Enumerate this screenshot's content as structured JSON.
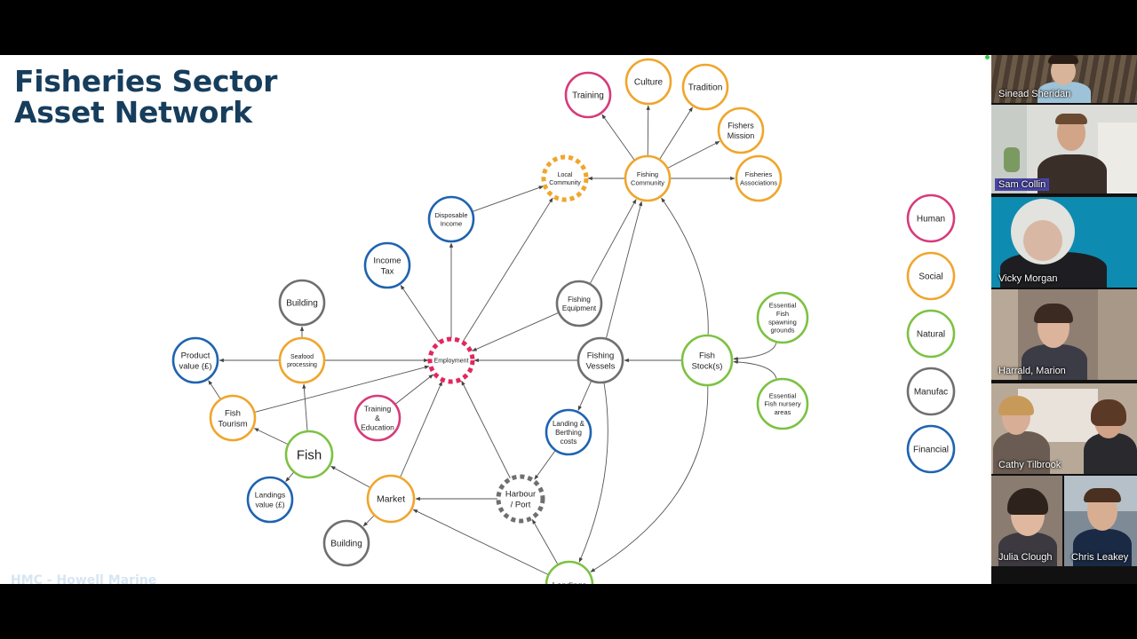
{
  "slide": {
    "title_line1": "Fisheries Sector",
    "title_line2": "Asset Network",
    "footer_logo": "HMC - Howell Marine"
  },
  "colors": {
    "human": "#d63b7a",
    "social": "#f0a52c",
    "natural": "#7cc242",
    "manufactured": "#6f6f6f",
    "financial": "#1f63b0",
    "employment": "#e3265e"
  },
  "nodes": [
    {
      "id": "training",
      "lines": [
        "Training"
      ],
      "type": "human"
    },
    {
      "id": "culture",
      "lines": [
        "Culture"
      ],
      "type": "social"
    },
    {
      "id": "tradition",
      "lines": [
        "Tradition"
      ],
      "type": "social"
    },
    {
      "id": "fishers_mission",
      "lines": [
        "Fishers",
        "Mission"
      ],
      "type": "social"
    },
    {
      "id": "fisheries_assoc",
      "lines": [
        "Fisheries",
        "Associations"
      ],
      "type": "social"
    },
    {
      "id": "fishing_community",
      "lines": [
        "Fishing",
        "Community"
      ],
      "type": "social"
    },
    {
      "id": "local_community",
      "lines": [
        "Local",
        "Community"
      ],
      "type": "social",
      "dashed": true
    },
    {
      "id": "disposable_income",
      "lines": [
        "Disposable",
        "Income"
      ],
      "type": "financial"
    },
    {
      "id": "income_tax",
      "lines": [
        "Income",
        "Tax"
      ],
      "type": "financial"
    },
    {
      "id": "building_top",
      "lines": [
        "Building"
      ],
      "type": "manufactured"
    },
    {
      "id": "seafood_processing",
      "lines": [
        "Seafood",
        "processing"
      ],
      "type": "social"
    },
    {
      "id": "product_value",
      "lines": [
        "Product",
        "value (£)"
      ],
      "type": "financial"
    },
    {
      "id": "employment",
      "lines": [
        "Employment"
      ],
      "type": "human",
      "dashed": true
    },
    {
      "id": "fishing_equipment",
      "lines": [
        "Fishing",
        "Equipment"
      ],
      "type": "manufactured"
    },
    {
      "id": "fishing_vessels",
      "lines": [
        "Fishing",
        "Vessels"
      ],
      "type": "manufactured"
    },
    {
      "id": "fish_stocks",
      "lines": [
        "Fish",
        "Stock(s)"
      ],
      "type": "natural"
    },
    {
      "id": "spawning",
      "lines": [
        "Essential",
        "Fish",
        "spawning",
        "grounds"
      ],
      "type": "natural"
    },
    {
      "id": "nursery",
      "lines": [
        "Essential",
        "Fish nursery",
        "areas"
      ],
      "type": "natural"
    },
    {
      "id": "fish_tourism",
      "lines": [
        "Fish",
        "Tourism"
      ],
      "type": "social"
    },
    {
      "id": "training_education",
      "lines": [
        "Training",
        "&",
        "Education"
      ],
      "type": "human"
    },
    {
      "id": "fish",
      "lines": [
        "Fish"
      ],
      "type": "natural"
    },
    {
      "id": "landings_value",
      "lines": [
        "Landings",
        "value (£)"
      ],
      "type": "financial"
    },
    {
      "id": "market",
      "lines": [
        "Market"
      ],
      "type": "social"
    },
    {
      "id": "building_bottom",
      "lines": [
        "Building"
      ],
      "type": "manufactured"
    },
    {
      "id": "landing_berthing",
      "lines": [
        "Landing &",
        "Berthing",
        "costs"
      ],
      "type": "financial"
    },
    {
      "id": "harbour_port",
      "lines": [
        "Harbour",
        "/ Port"
      ],
      "type": "manufactured",
      "dashed": true
    },
    {
      "id": "landings",
      "lines": [
        "Landings"
      ],
      "type": "natural"
    }
  ],
  "edges": [
    [
      "fishing_community",
      "training"
    ],
    [
      "fishing_community",
      "culture"
    ],
    [
      "fishing_community",
      "tradition"
    ],
    [
      "fishing_community",
      "fishers_mission"
    ],
    [
      "fishing_community",
      "fisheries_assoc"
    ],
    [
      "fishing_community",
      "local_community"
    ],
    [
      "disposable_income",
      "local_community"
    ],
    [
      "employment",
      "local_community"
    ],
    [
      "employment",
      "disposable_income"
    ],
    [
      "employment",
      "income_tax"
    ],
    [
      "seafood_processing",
      "building_top"
    ],
    [
      "seafood_processing",
      "product_value"
    ],
    [
      "seafood_processing",
      "employment"
    ],
    [
      "fishing_equipment",
      "employment"
    ],
    [
      "fishing_equipment",
      "fishing_community"
    ],
    [
      "fishing_vessels",
      "fishing_community"
    ],
    [
      "fishing_vessels",
      "employment"
    ],
    [
      "fish_stocks",
      "fishing_vessels"
    ],
    [
      "fish_stocks",
      "fishing_community"
    ],
    [
      "spawning",
      "fish_stocks"
    ],
    [
      "nursery",
      "fish_stocks"
    ],
    [
      "fish_tourism",
      "product_value"
    ],
    [
      "fish_tourism",
      "employment"
    ],
    [
      "training_education",
      "employment"
    ],
    [
      "fish",
      "fish_tourism"
    ],
    [
      "fish",
      "seafood_processing"
    ],
    [
      "fish",
      "landings_value"
    ],
    [
      "market",
      "fish"
    ],
    [
      "market",
      "building_bottom"
    ],
    [
      "market",
      "employment"
    ],
    [
      "fishing_vessels",
      "landing_berthing"
    ],
    [
      "landing_berthing",
      "harbour_port"
    ],
    [
      "harbour_port",
      "market"
    ],
    [
      "harbour_port",
      "employment"
    ],
    [
      "fishing_vessels",
      "landings"
    ],
    [
      "fish_stocks",
      "landings"
    ],
    [
      "landings",
      "market"
    ],
    [
      "landings",
      "harbour_port"
    ]
  ],
  "legend": [
    {
      "label": "Human",
      "type": "human"
    },
    {
      "label": "Social",
      "type": "social"
    },
    {
      "label": "Natural",
      "type": "natural"
    },
    {
      "label": "Manufac",
      "type": "manufactured"
    },
    {
      "label": "Financial",
      "type": "financial"
    }
  ],
  "participants": [
    {
      "name": "Sinead Sheridan"
    },
    {
      "name": "Sam Collin",
      "active": true
    },
    {
      "name": "Vicky Morgan"
    },
    {
      "name": "Harrald, Marion"
    },
    {
      "name": "Cathy Tilbrook"
    },
    {
      "name": "Julia Clough"
    },
    {
      "name": "Chris Leakey"
    }
  ]
}
